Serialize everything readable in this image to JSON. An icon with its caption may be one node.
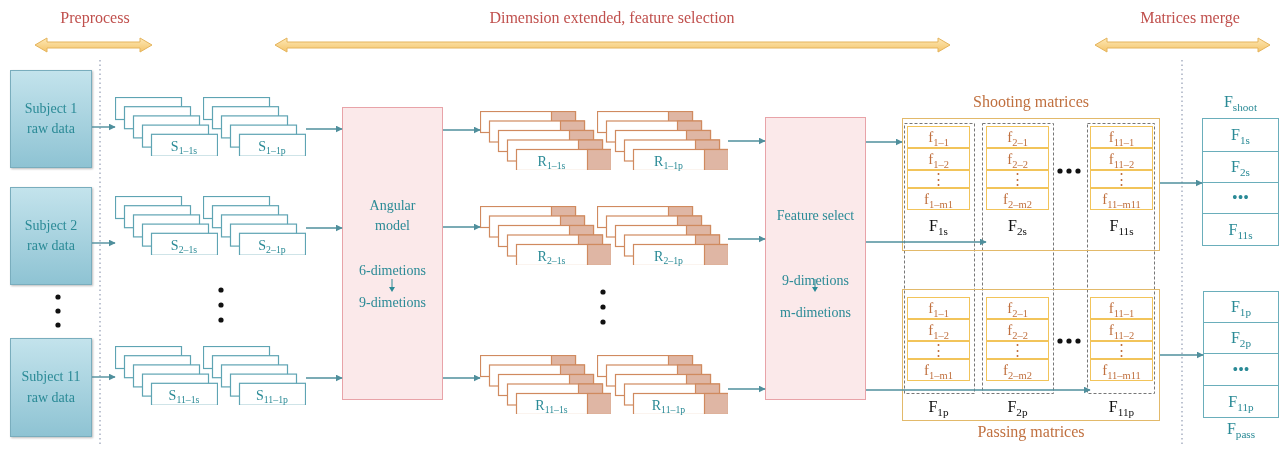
{
  "diagram": {
    "nodes": [
      {
        "text": [
          "Subject 1 raw data"
        ]
      },
      {
        "text": [
          "Subject 2 raw data"
        ]
      },
      {
        "text": [
          "Subject 11 raw data"
        ]
      },
      {
        "text": [
          "S$_{1–1s}$"
        ]
      },
      {
        "text": [
          "S$_{1–1p}$"
        ]
      },
      {
        "text": [
          "S$_{2–1s}$"
        ]
      },
      {
        "text": [
          "S$_{2–1p}$"
        ]
      },
      {
        "text": [
          "S$_{11–1s}$"
        ]
      },
      {
        "text": [
          "S$_{11–1p}$"
        ]
      },
      {
        "text": [
          "Angular model",
          "6-dimetions",
          "9-dimetions"
        ]
      },
      {
        "text": [
          "R$_{1–1s}$"
        ]
      },
      {
        "text": [
          "R$_{1–1p}$"
        ]
      },
      {
        "text": [
          "R$_{2–1s}$"
        ]
      },
      {
        "text": [
          "R$_{2–1p}$"
        ]
      },
      {
        "text": [
          "R$_{11–1s}$"
        ]
      },
      {
        "text": [
          "R$_{11–1p}$"
        ]
      },
      {
        "text": [
          "Feature select",
          "9-dimetions",
          "m-dimetions"
        ]
      },
      {
        "text": [
          "Shooting matrices"
        ]
      },
      {
        "text": [
          "f$_{1–1}$"
        ],
        "in": 17
      },
      {
        "text": [
          "f$_{1–2}$"
        ],
        "in": 17
      },
      {
        "text": [
          "⋮"
        ],
        "in": 17
      },
      {
        "text": [
          "f$_{1–m1}$"
        ],
        "in": 17
      },
      {
        "text": [
          "f$_{2–1}$"
        ],
        "in": 17
      },
      {
        "text": [
          "f$_{2–2}$"
        ],
        "in": 17
      },
      {
        "text": [
          "⋮"
        ],
        "in": 17
      },
      {
        "text": [
          "f$_{2–m2}$"
        ],
        "in": 17
      },
      {
        "text": [
          "f$_{11–1}$"
        ],
        "in": 17
      },
      {
        "text": [
          "f$_{11–2}$"
        ],
        "in": 17
      },
      {
        "text": [
          "⋮"
        ],
        "in": 17
      },
      {
        "text": [
          "f$_{11–m11}$"
        ],
        "in": 17
      },
      {
        "text": [
          "F$_{1s}$"
        ],
        "in": 17
      },
      {
        "text": [
          "F$_{2s}$"
        ],
        "in": 17
      },
      {
        "text": [
          "F$_{11s}$"
        ],
        "in": 17
      },
      {
        "text": [
          "Passing matrices"
        ]
      },
      {
        "text": [
          "f$_{1–1}$"
        ],
        "in": 33
      },
      {
        "text": [
          "f$_{1–2}$"
        ],
        "in": 33
      },
      {
        "text": [
          "⋮"
        ],
        "in": 33
      },
      {
        "text": [
          "f$_{1–m1}$"
        ],
        "in": 33
      },
      {
        "text": [
          "f$_{2–1}$"
        ],
        "in": 33
      },
      {
        "text": [
          "f$_{2–2}$"
        ],
        "in": 33
      },
      {
        "text": [
          "⋮"
        ],
        "in": 33
      },
      {
        "text": [
          "f$_{2–m2}$"
        ],
        "in": 33
      },
      {
        "text": [
          "f$_{11–1}$"
        ],
        "in": 33
      },
      {
        "text": [
          "f$_{11–2}$"
        ],
        "in": 33
      },
      {
        "text": [
          "⋮"
        ],
        "in": 33
      },
      {
        "text": [
          "f$_{11–m11}$"
        ],
        "in": 33
      },
      {
        "text": [
          "F$_{1p}$"
        ],
        "in": 33
      },
      {
        "text": [
          "F$_{2p}$"
        ],
        "in": 33
      },
      {
        "text": [
          "F$_{11p}$"
        ],
        "in": 33
      },
      {
        "text": [
          "F$_{shoot}$"
        ]
      },
      {
        "text": [
          "F$_{1s}$"
        ],
        "in": 49
      },
      {
        "text": [
          "F$_{2s}$"
        ],
        "in": 49
      },
      {
        "text": [
          "•••"
        ],
        "in": 49
      },
      {
        "text": [
          "F$_{11s}$"
        ],
        "in": 49
      },
      {
        "text": [
          "F$_{pass}$"
        ]
      },
      {
        "text": [
          "F$_{1p}$"
        ],
        "in": 54
      },
      {
        "text": [
          "F$_{2p}$"
        ],
        "in": 54
      },
      {
        "text": [
          "•••"
        ],
        "in": 54
      },
      {
        "text": [
          "F$_{11p}$"
        ],
        "in": 54
      }
    ],
    "edges": [
      {
        "from": 0,
        "to": 3,
        "arrow": "to"
      },
      {
        "from": 4,
        "to": 9,
        "arrow": "to"
      },
      {
        "from": 1,
        "to": 5,
        "arrow": "to"
      },
      {
        "from": 6,
        "to": 9,
        "arrow": "to"
      },
      {
        "from": 2,
        "to": 7,
        "arrow": "to"
      },
      {
        "from": 8,
        "to": 9,
        "arrow": "to"
      },
      {
        "from": 9,
        "to": 10,
        "arrow": "to"
      },
      {
        "from": 11,
        "to": 16,
        "arrow": "to"
      },
      {
        "from": 9,
        "to": 12,
        "arrow": "to"
      },
      {
        "from": 13,
        "to": 16,
        "arrow": "to"
      },
      {
        "from": 9,
        "to": 14,
        "arrow": "to"
      },
      {
        "from": 15,
        "to": 16,
        "arrow": "to"
      },
      {
        "from": 16,
        "to": 17,
        "arrow": "to"
      },
      {
        "from": 16,
        "to": 31,
        "arrow": "to"
      },
      {
        "from": 16,
        "to": 48,
        "arrow": "to"
      },
      {
        "from": 17,
        "to": 49,
        "arrow": "to"
      },
      {
        "from": 33,
        "to": 54,
        "arrow": "to"
      }
    ],
    "labels": [
      "Preprocess",
      "Dimension extended, feature selection",
      "Matrices merge"
    ]
  }
}
